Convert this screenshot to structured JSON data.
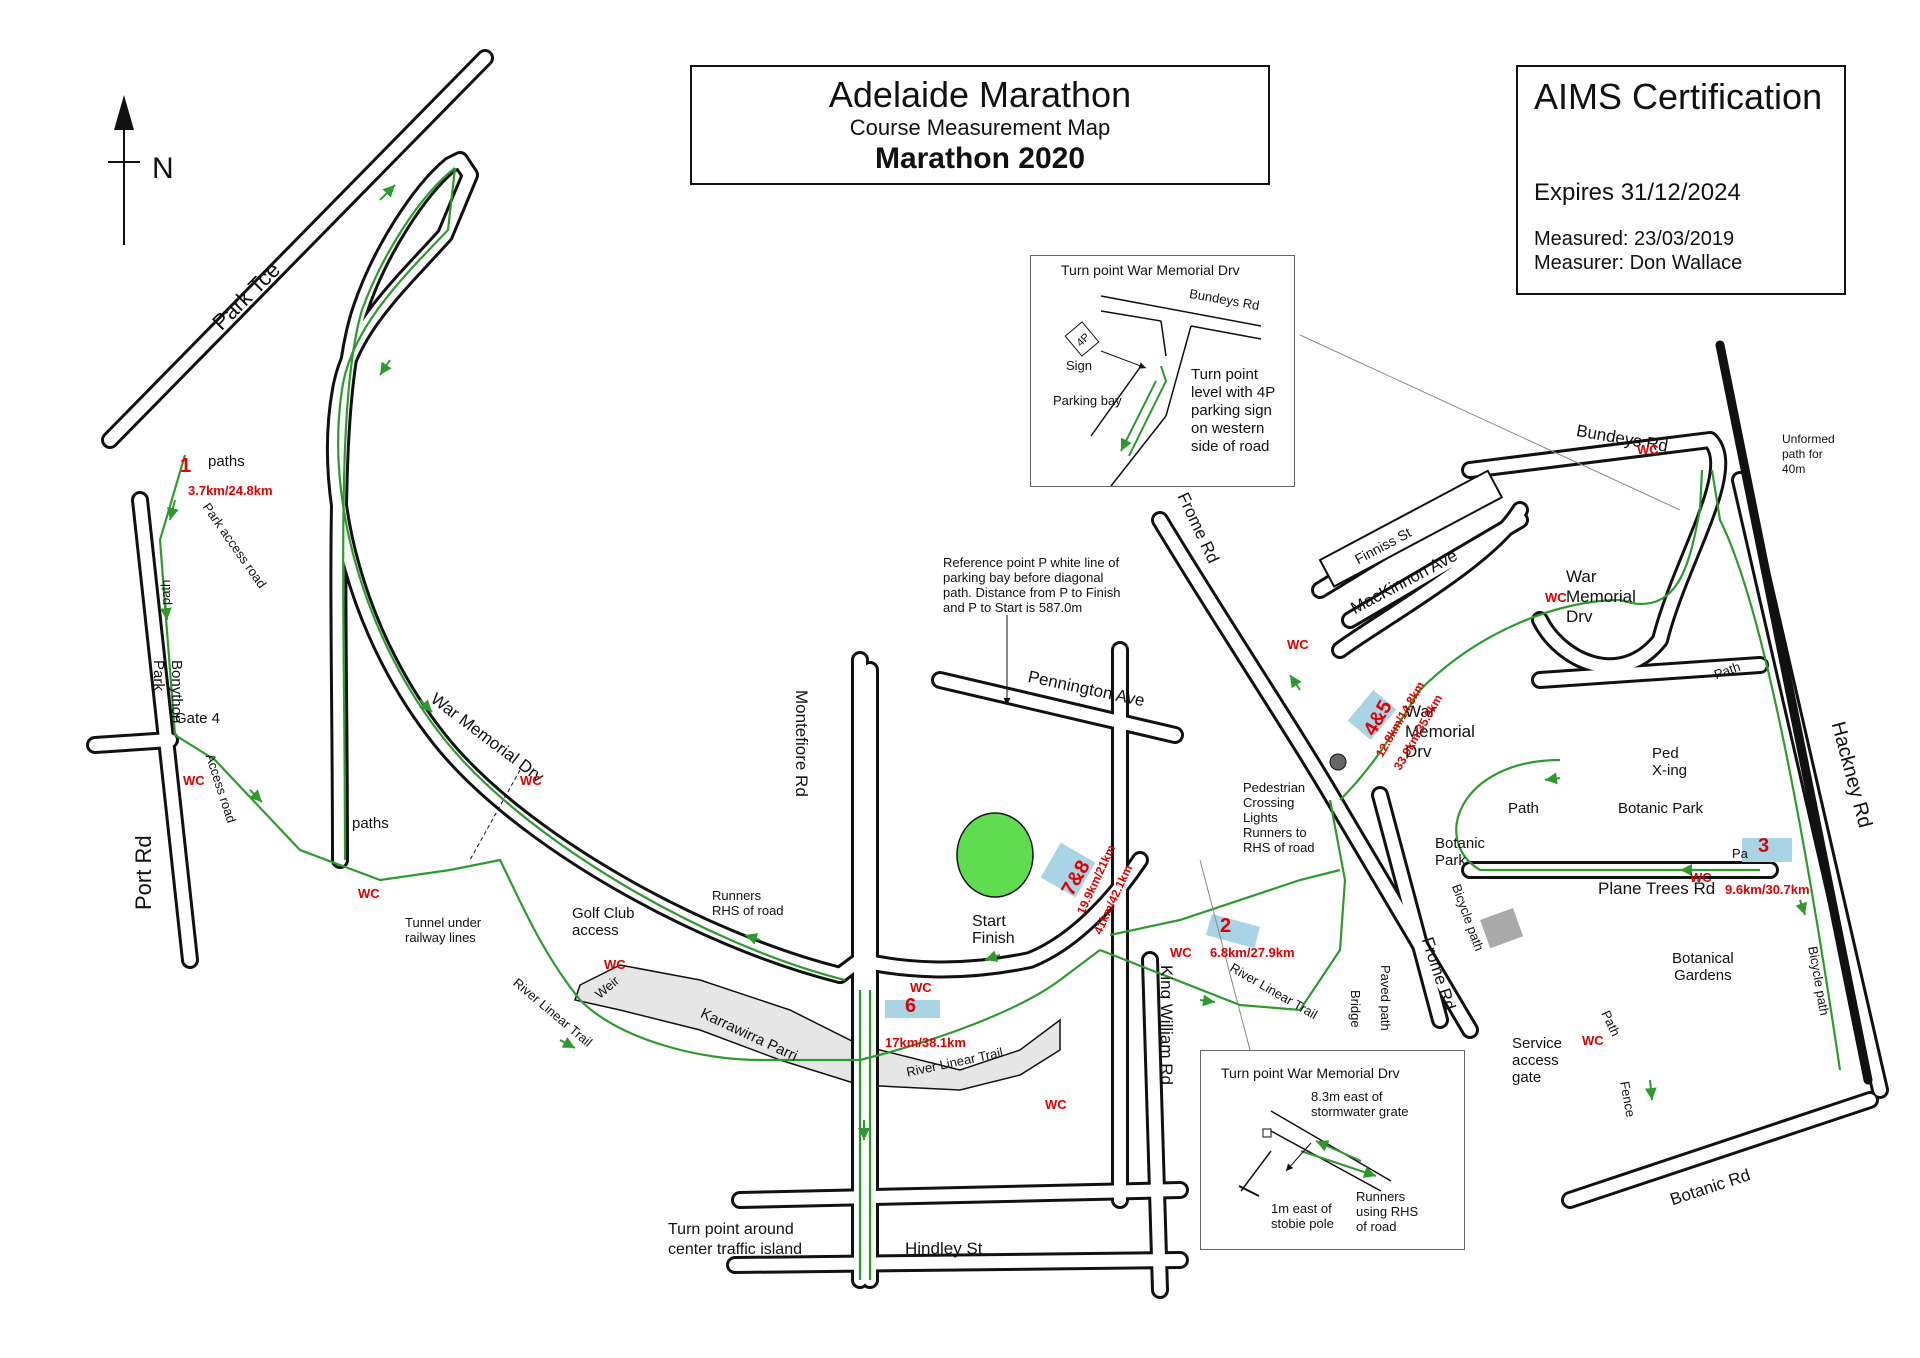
{
  "north": "N",
  "title": {
    "line1": "Adelaide Marathon",
    "line2": "Course Measurement Map",
    "line3": "Marathon 2020"
  },
  "certification": {
    "heading": "AIMS Certification",
    "expires": "Expires 31/12/2024",
    "measured": "Measured: 23/03/2019",
    "measurer": "Measurer: Don Wallace"
  },
  "roads": {
    "park_tce": "Park Tce",
    "port_rd": "Port Rd",
    "war_memorial_drv": "War Memorial Drv",
    "montefiore_rd": "Montefiore Rd",
    "pennington_ave": "Pennington Ave",
    "frome_rd": "Frome Rd",
    "frome_rd_2": "Frome Rd",
    "finniss_st": "Finniss St",
    "mackinnon_ave": "MacKinnon Ave",
    "bundeys_rd": "Bundeys Rd",
    "hackney_rd": "Hackney Rd",
    "plane_trees_rd": "Plane Trees Rd",
    "botanic_rd": "Botanic Rd",
    "king_william_rd": "King William Rd",
    "hindley_st": "Hindley St",
    "river_linear_trail": "River Linear Trail",
    "river_linear_trail_2": "River Linear Trail",
    "river_linear_trail_3": "River Linear Trail",
    "karrawirra_parri": "Karrawirra Parri"
  },
  "labels": {
    "paths_top": "paths",
    "park_access_road": "Park access road",
    "path_left": "path",
    "bonython_park": "Bonython\nPark",
    "gate4": "Gate 4",
    "access_road": "Access road",
    "paths_mid": "paths",
    "tunnel": "Tunnel under\nrailway lines",
    "golf_club": "Golf Club\naccess",
    "weir": "Weir",
    "runners_rhs": "Runners\nRHS of road",
    "reference_point": "Reference point P white line of\nparking bay before diagonal\npath. Distance from P to Finish\nand P to Start is 587.0m",
    "start_finish": "Start\nFinish",
    "pedestrian": "Pedestrian\nCrossing\nLights\nRunners to\nRHS of road",
    "paved_path": "Paved path",
    "bridge": "Bridge",
    "war_memorial_drv_1": "War\nMemorial\nDrv",
    "war_memorial_drv_2": "War\nMemorial\nDrv",
    "unformed_path": "Unformed\npath for\n40m",
    "path_right": "Path",
    "ped_xing": "Ped\nX-ing",
    "path_mid": "Path",
    "botanic_park": "Botanic Park",
    "botanic_park_2": "Botanic\nPark",
    "bicycle_path": "Bicycle path",
    "bicycle_path_2": "Bicycle path",
    "botanical_gardens": "Botanical\nGardens",
    "path_low": "Path",
    "service_gate": "Service\naccess\ngate",
    "fence": "Fence",
    "turn_point_hindley": "Turn point around\ncenter traffic island",
    "path_3": "Pa"
  },
  "checkpoints": [
    {
      "id": "1",
      "dist": "3.7km/24.8km"
    },
    {
      "id": "2",
      "dist": "6.8km/27.9km"
    },
    {
      "id": "3",
      "dist": "9.6km/30.7km"
    },
    {
      "id": "4&5",
      "dist": "12.8km/14.8km",
      "dist2": "33.9km/35.9km"
    },
    {
      "id": "6",
      "dist": "17km/38.1km"
    },
    {
      "id": "7&8",
      "dist": "19.9km/21km",
      "dist2": "41km/42.1km"
    }
  ],
  "wc": "WC",
  "inset_top": {
    "title": "Turn point War Memorial Drv",
    "road": "Bundeys Rd",
    "sign_4p": "4P",
    "sign": "Sign",
    "parking_bay": "Parking bay",
    "note": "Turn point\nlevel with 4P\nparking sign\non western\nside of road"
  },
  "inset_bottom": {
    "title": "Turn point War Memorial Drv",
    "note_top": "8.3m east of\nstormwater grate",
    "note_left": "1m east of\nstobie pole",
    "note_right": "Runners\nusing RHS\nof road"
  },
  "colors": {
    "route": "#2e9a2e",
    "road": "#111111",
    "marker": "#e00000",
    "highlight": "#a8d4e6",
    "park": "#5fdc4f",
    "river": "#e6e6e6"
  }
}
